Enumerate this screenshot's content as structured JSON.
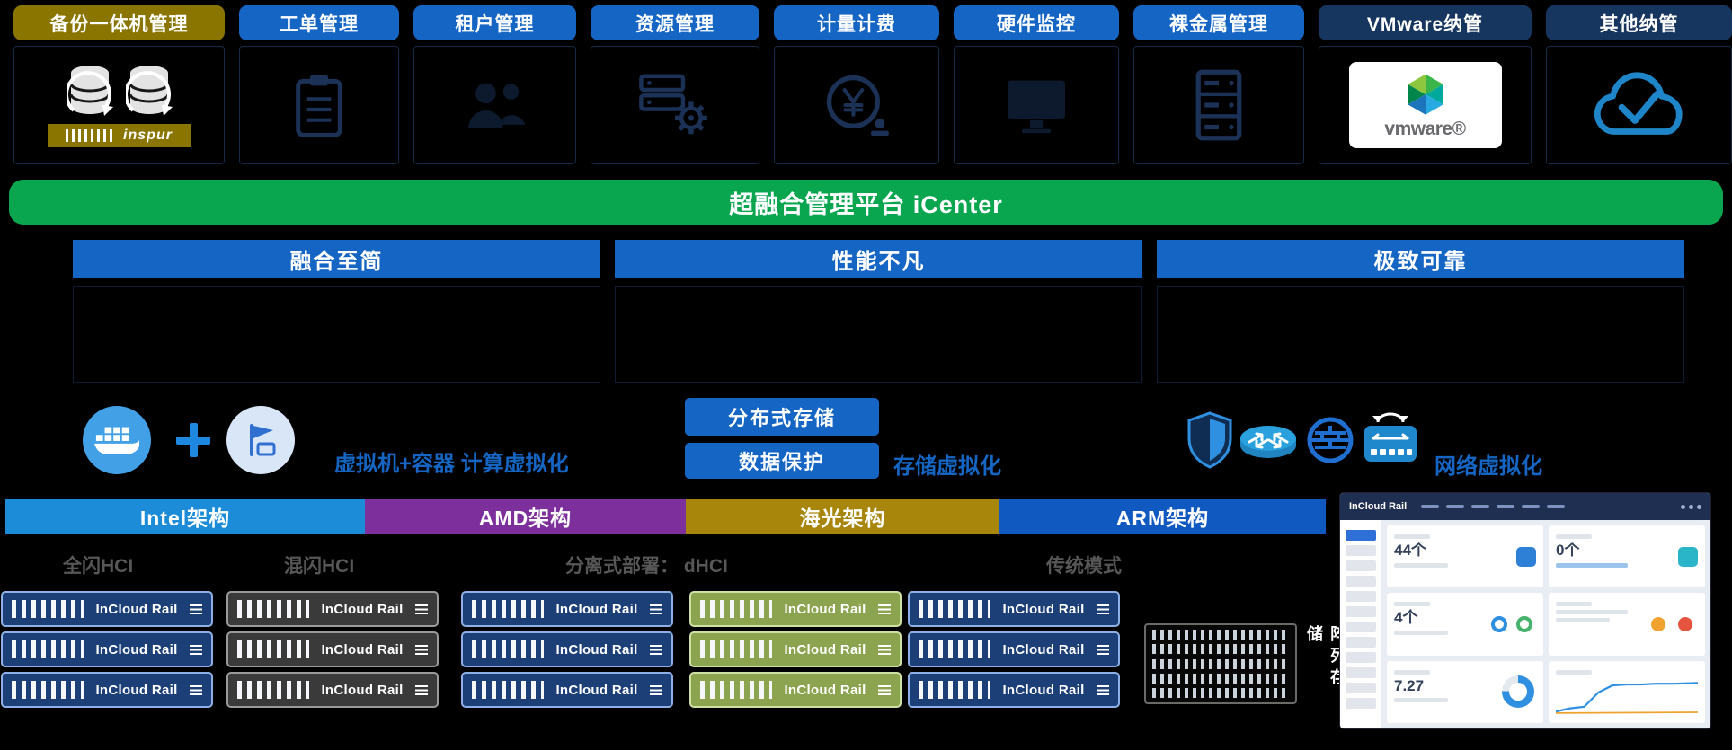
{
  "banner": {
    "title": "超融合管理平台 iCenter"
  },
  "tabs": [
    {
      "label": "备份一体机管理"
    },
    {
      "label": "工单管理"
    },
    {
      "label": "租户管理"
    },
    {
      "label": "资源管理"
    },
    {
      "label": "计量计费"
    },
    {
      "label": "硬件监控"
    },
    {
      "label": "裸金属管理"
    },
    {
      "label": "VMware纳管"
    },
    {
      "label": "其他纳管"
    }
  ],
  "logos": {
    "inspur": "inspur",
    "vmware": "vmware®"
  },
  "features": [
    {
      "title": "融合至简"
    },
    {
      "title": "性能不凡"
    },
    {
      "title": "极致可靠"
    }
  ],
  "virtualization": {
    "compute_label": "虚拟机+容器 计算虚拟化",
    "storage_buttons": [
      {
        "label": "分布式存储"
      },
      {
        "label": "数据保护"
      }
    ],
    "storage_label": "存储虚拟化",
    "network_label": "网络虚拟化"
  },
  "architectures": [
    {
      "label": "Intel架构",
      "color": "#1d8cd8"
    },
    {
      "label": "AMD架构",
      "color": "#7d2f9b"
    },
    {
      "label": "海光架构",
      "color": "#a8860b"
    },
    {
      "label": "ARM架构",
      "color": "#1059c0"
    }
  ],
  "deployment_modes": [
    {
      "label": "全闪HCI"
    },
    {
      "label": "混闪HCI"
    },
    {
      "label": "分离式部署： dHCI"
    },
    {
      "label": "传统模式"
    }
  ],
  "server_unit_label": "InCloud Rail",
  "storage_array_label": "阵列存储",
  "dashboard": {
    "logo": "InCloud Rail",
    "stats": [
      {
        "value": "44个"
      },
      {
        "value": "0个"
      },
      {
        "value": "4个"
      },
      {
        "value": "7.27"
      }
    ]
  },
  "colors": {
    "banner_green": "#0aa64f",
    "primary_blue": "#1566c4",
    "tab_navy": "#16365f",
    "tab_gold": "#8a7500",
    "unit_blue": "#1c3f78",
    "unit_gray": "#3a3a3a",
    "unit_green": "#8ca450"
  }
}
